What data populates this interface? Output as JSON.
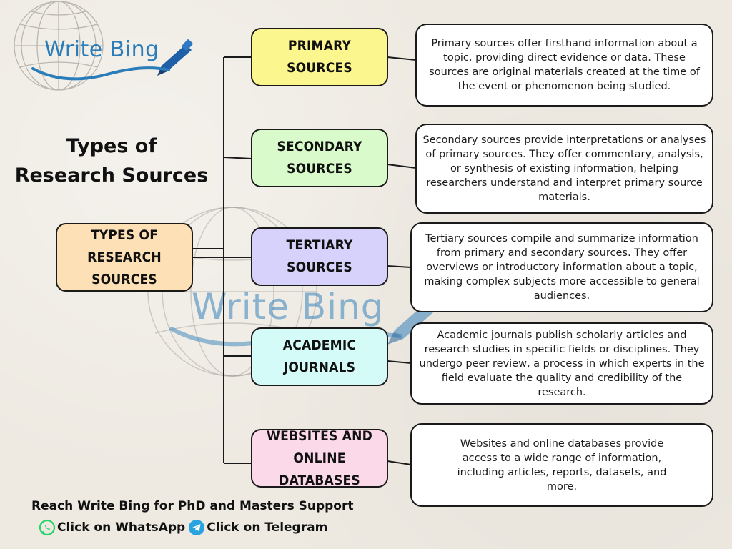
{
  "logo": {
    "text": "Write Bing",
    "watermark_text": "Write Bing"
  },
  "title": {
    "line1": "Types of",
    "line2": "Research Sources"
  },
  "root": {
    "label": "Types of Research\nSources",
    "color": "#fde0b5"
  },
  "branches": [
    {
      "label": "Primary Sources",
      "color": "#fbf68e",
      "description": "Primary sources offer firsthand information about a topic, providing direct evidence or data. These sources are original materials created at the time of the event or phenomenon being studied."
    },
    {
      "label": "Secondary\nSources",
      "color": "#d9fbcb",
      "description": "Secondary sources provide interpretations or analyses of primary sources. They offer commentary, analysis, or synthesis of existing information, helping researchers understand and interpret primary source materials."
    },
    {
      "label": "Tertiary\nSources",
      "color": "#d6d2fb",
      "description": "Tertiary sources compile and summarize information from primary and secondary sources. They offer overviews or introductory information about a topic, making complex subjects more accessible to general audiences."
    },
    {
      "label": "Academic\nJournals",
      "color": "#d4fbf8",
      "description": "Academic journals publish scholarly articles and research studies in specific fields or disciplines. They undergo peer review, a process in which experts in the field evaluate the quality and credibility of the research."
    },
    {
      "label": "Websites and\nOnline Databases",
      "color": "#fbd9e8",
      "description": "Websites and online databases provide access to a wide range of information, including articles, reports, datasets, and more."
    }
  ],
  "footer": {
    "tagline": "Reach Write Bing for PhD and Masters Support",
    "whatsapp_label": "Click on WhatsApp",
    "telegram_label": "Click on Telegram",
    "whatsapp_color": "#25d366",
    "telegram_color": "#29a3e0"
  }
}
